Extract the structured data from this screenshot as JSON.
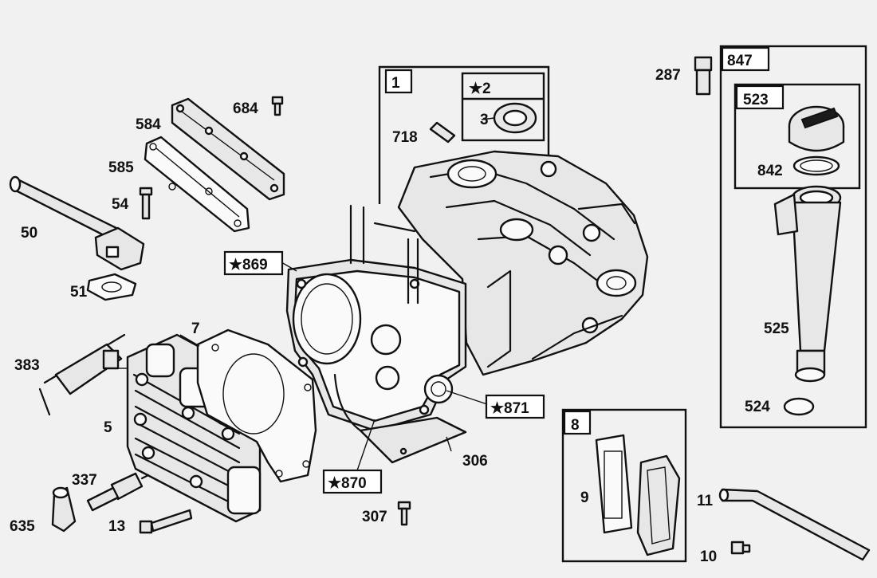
{
  "diagram": {
    "labels": {
      "p1": "1",
      "p2": "★2",
      "p3": "3",
      "p5": "5",
      "p7": "7",
      "p8": "8",
      "p9": "9",
      "p10": "10",
      "p11": "11",
      "p13": "13",
      "p50": "50",
      "p51": "51",
      "p54": "54",
      "p287": "287",
      "p306": "306",
      "p307": "307",
      "p337": "337",
      "p383": "383",
      "p523": "523",
      "p524": "524",
      "p525": "525",
      "p584": "584",
      "p585": "585",
      "p635": "635",
      "p684": "684",
      "p718": "718",
      "p842": "842",
      "p847": "847",
      "p869": "★869",
      "p870": "★870",
      "p871": "★871"
    }
  }
}
